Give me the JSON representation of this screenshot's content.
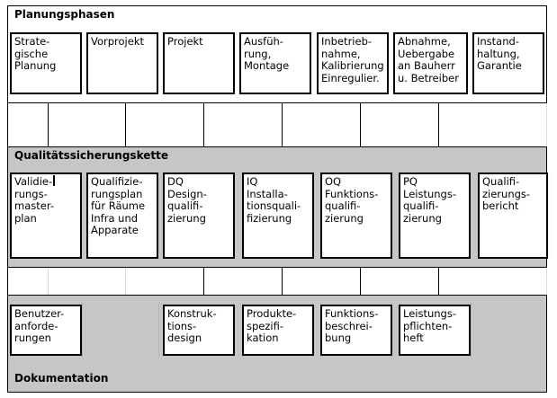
{
  "diagram": {
    "title_bands": [
      {
        "label": "Planungsphasen"
      },
      {
        "label": "Qualitätssicherungskette"
      },
      {
        "label": "Dokumentation"
      }
    ],
    "colors": {
      "band_gray": "#c6c6c6",
      "band_white": "#ffffff",
      "node_fill": "#ffffff",
      "stroke": "#000000",
      "gridline": "#d9d9d9"
    },
    "rows": [
      {
        "name": "planungsphasen",
        "header": "Planungsphasen",
        "header_position": "top",
        "band_fill": "#ffffff",
        "nodes": [
          {
            "text": "Strate-\ngische\nPlanung"
          },
          {
            "text": "Vorprojekt"
          },
          {
            "text": "Projekt"
          },
          {
            "text": "Ausfüh-\nrung,\nMontage"
          },
          {
            "text": "Inbetrieb-\nnahme,\nKalibrierung\nEinregulier."
          },
          {
            "text": "Abnahme,\nUebergabe\nan Bauherr\nu. Betreiber"
          },
          {
            "text": "Instand-\nhaltung,\nGarantie"
          }
        ]
      },
      {
        "name": "qualitaetssicherungskette",
        "header": "Qualitätssicherungskette",
        "header_position": "top",
        "band_fill": "#c6c6c6",
        "nodes": [
          {
            "text": "Validie-\nrungs-\nmaster-\nplan",
            "has_caret": true
          },
          {
            "text": "Qualifizie-\nrungsplan\nfür Räume\nInfra und\nApparate"
          },
          {
            "text": "DQ\nDesign-\nqualifi-\nzierung"
          },
          {
            "text": "IQ\nInstalla-\ntionsquali-\nfizierung"
          },
          {
            "text": "OQ\nFunktions-\nqualifi-\nzierung"
          },
          {
            "text": "PQ\nLeistungs-\nqualifi-\nzierung"
          },
          {
            "text": "Qualifi-\nzierungs-\nbericht"
          }
        ]
      },
      {
        "name": "dokumentation",
        "header": "Dokumentation",
        "header_position": "bottom",
        "band_fill": "#c6c6c6",
        "nodes": [
          {
            "text": "Benutzer-\nanforde-\nrungen"
          },
          {
            "text": ""
          },
          {
            "text": "Konstruk-\ntions-\ndesign"
          },
          {
            "text": "Produkte-\nspezifi-\nkation"
          },
          {
            "text": "Funktions-\nbeschrei-\nbung"
          },
          {
            "text": "Leistungs-\npflichten-\nheft"
          },
          {
            "text": ""
          }
        ]
      }
    ]
  }
}
